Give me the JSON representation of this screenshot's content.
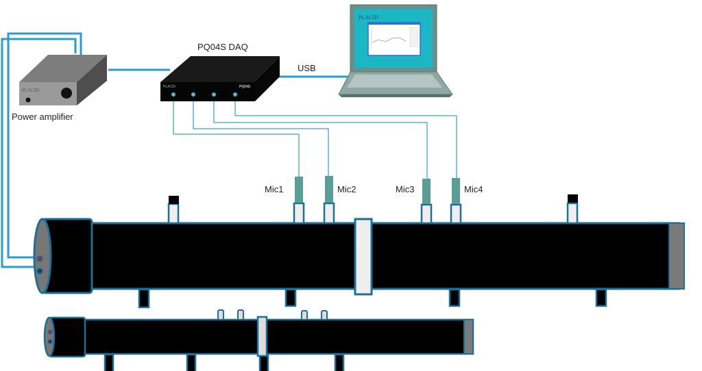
{
  "title": "Impedance tube measurement setup",
  "colors": {
    "wire": "#2a9bd1",
    "signal_wire": "#5fb3c4",
    "tube_outline": "#1d6f95",
    "tube_body": "#000000",
    "mic": "#5a9e96",
    "screen": "#1db6c4",
    "amplifier": "#8a8a8a"
  },
  "devices": {
    "amplifier": {
      "label": "Power amplifier",
      "brand": "PLACID"
    },
    "daq": {
      "label": "PQ04S DAQ",
      "brand": "PLACID",
      "model": "PQ04S",
      "channels": 4
    },
    "laptop": {
      "brand": "PLACID"
    },
    "usb_label": "USB"
  },
  "microphones": [
    {
      "label": "Mic1"
    },
    {
      "label": "Mic2"
    },
    {
      "label": "Mic3"
    },
    {
      "label": "Mic4"
    }
  ],
  "tubes": {
    "large": {
      "mic_ports": 4,
      "plugged_ports": 2,
      "supports": 4
    },
    "small": {
      "mic_ports": 4,
      "supports": 4
    }
  }
}
